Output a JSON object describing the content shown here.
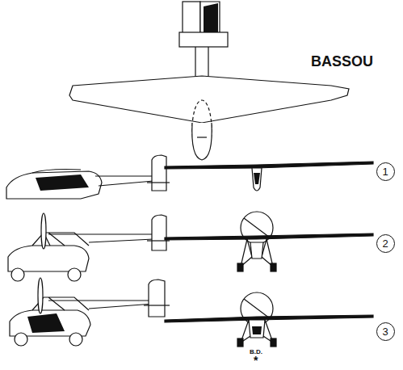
{
  "diagram": {
    "title": "BASSOU",
    "nodes": [
      {
        "text": [
          "1"
        ]
      },
      {
        "text": [
          "2"
        ]
      },
      {
        "text": [
          "3"
        ]
      }
    ],
    "labels": [
      "B.D.",
      "*"
    ]
  }
}
